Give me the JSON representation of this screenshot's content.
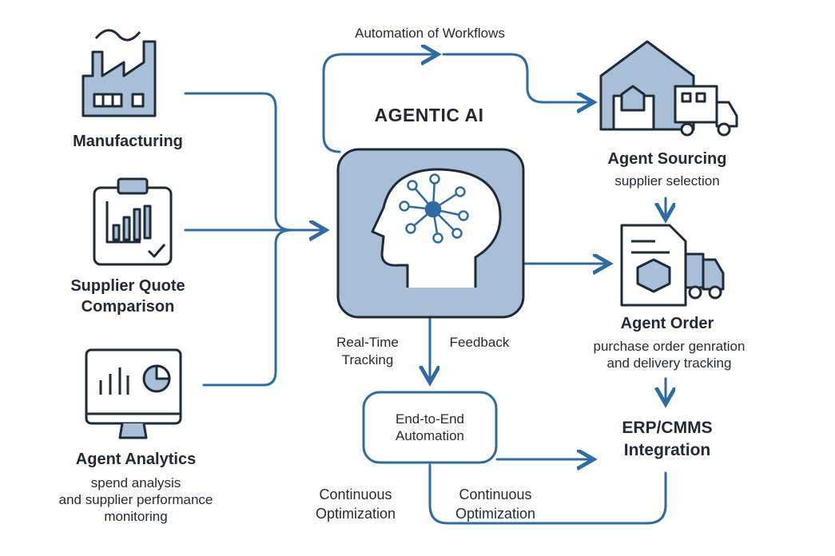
{
  "center": {
    "title": "AGENTIC AI"
  },
  "top_flow": {
    "label": "Automation of Workflows"
  },
  "left": {
    "manufacturing": {
      "title": "Manufacturing"
    },
    "supplier_quote": {
      "title_line1": "Supplier Quote",
      "title_line2": "Comparison"
    },
    "analytics": {
      "title": "Agent Analytics",
      "desc_line1": "spend analysis",
      "desc_line2": "and supplier performance",
      "desc_line3": "monitoring"
    }
  },
  "right": {
    "sourcing": {
      "title": "Agent Sourcing",
      "desc": "supplier selection"
    },
    "order": {
      "title": "Agent Order",
      "desc_line1": "purchase order genration",
      "desc_line2": "and delivery tracking"
    },
    "erp": {
      "title_line1": "ERP/CMMS",
      "title_line2": "Integration"
    }
  },
  "bottom": {
    "realtime_line1": "Real-Time",
    "realtime_line2": "Tracking",
    "feedback": "Feedback",
    "automation_box_line1": "End-to-End",
    "automation_box_line2": "Automation",
    "opt_left_line1": "Continuous",
    "opt_left_line2": "Optimization",
    "opt_right_line1": "Continuous",
    "opt_right_line2": "Optimization"
  },
  "colors": {
    "accent": "#2f6b9e",
    "icon_fill": "#a9bfd8",
    "stroke": "#1f2a36"
  }
}
